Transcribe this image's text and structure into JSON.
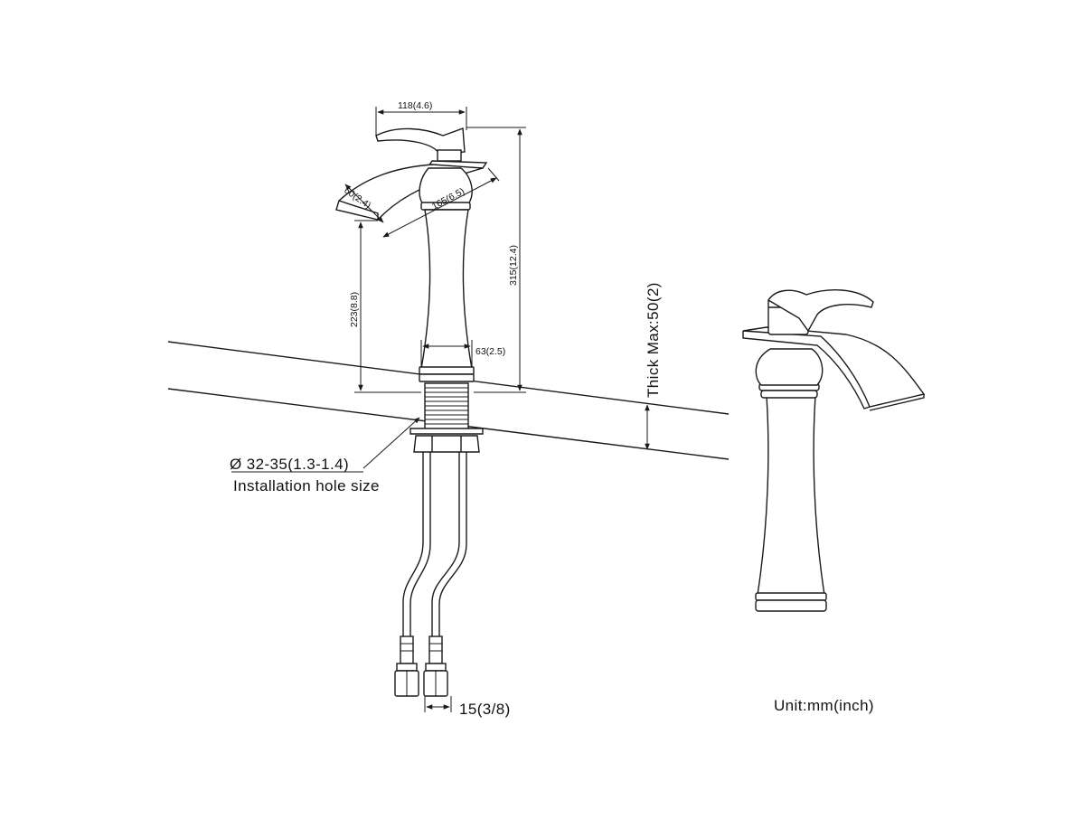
{
  "dimensions": {
    "handle_width": "118(4.6)",
    "spout_width": "60(2.4)",
    "spout_reach": "165(6.5)",
    "spout_height": "223(8.8)",
    "total_height": "315(12.4)",
    "base_diameter": "63(2.5)",
    "deck_thickness": "Thick Max:50(2)",
    "hose_connector": "15(3/8)"
  },
  "hole": {
    "size": "Ø 32-35(1.3-1.4)",
    "label": "Installation hole size"
  },
  "unit_label": "Unit:mm(inch)"
}
